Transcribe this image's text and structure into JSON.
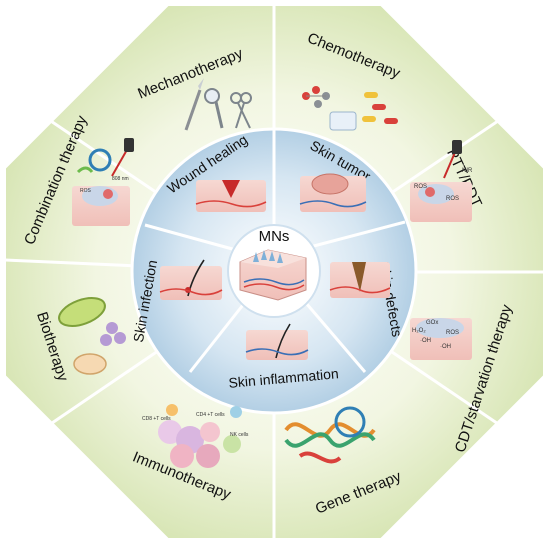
{
  "center": {
    "label": "MNs"
  },
  "inner_ring": [
    {
      "id": "wound",
      "label": "Wound healing"
    },
    {
      "id": "tumor",
      "label": "Skin tumor"
    },
    {
      "id": "defects",
      "label": "Skin defects"
    },
    {
      "id": "inflammation",
      "label": "Skin inflammation"
    },
    {
      "id": "infection",
      "label": "Skin infection"
    }
  ],
  "outer_ring": [
    {
      "id": "mechano",
      "label": "Mechanotherapy"
    },
    {
      "id": "chemo",
      "label": "Chemotherapy"
    },
    {
      "id": "ptt",
      "label": "PTT/PDT"
    },
    {
      "id": "cdt",
      "label": "CDT/starvation therapy"
    },
    {
      "id": "gene",
      "label": "Gene therapy"
    },
    {
      "id": "immuno",
      "label": "Immunotherapy"
    },
    {
      "id": "bio",
      "label": "Biotherapy"
    },
    {
      "id": "combo",
      "label": "Combination therapy"
    }
  ],
  "small_labels": {
    "laser_808": "808 nm",
    "ros": "ROS",
    "nir": "NIR",
    "gox": "GOx",
    "h2o2": "H₂O₂",
    "oh": "·OH",
    "cd8": "CD8 +T cells",
    "cd4": "CD4 +T cells",
    "nk": "NK cells"
  },
  "colors": {
    "outer_green_light": "#eef3d6",
    "outer_green": "#d7e6b3",
    "inner_blue": "#b9d4e6",
    "inner_blue_light": "#e2eef6",
    "skin_pink": "#f2c6c2",
    "vessel_red": "#d9413b",
    "vessel_blue": "#3a6fb6"
  }
}
